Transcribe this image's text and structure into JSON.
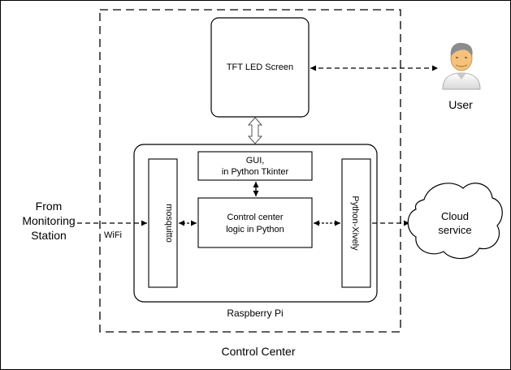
{
  "diagram": {
    "control_center_label": "Control Center",
    "raspberry_pi_label": "Raspberry Pi",
    "tft_screen_label": "TFT LED Screen",
    "gui_label_line1": "GUI,",
    "gui_label_line2": "in Python Tkinter",
    "logic_label_line1": "Control center",
    "logic_label_line2": "logic in Python",
    "mosquitto_label": "mosquitto",
    "xively_label": "Python-Xively",
    "user_label": "User",
    "cloud_label_line1": "Cloud",
    "cloud_label_line2": "service",
    "source_label_line1": "From",
    "source_label_line2": "Monitoring",
    "source_label_line3": "Station",
    "wifi_label": "WiFi"
  },
  "colors": {
    "stroke": "#000000",
    "background": "#ffffff",
    "user_skin": "#f4c27a",
    "user_hair": "#8c8c8c",
    "user_shirt": "#eeeeee"
  }
}
